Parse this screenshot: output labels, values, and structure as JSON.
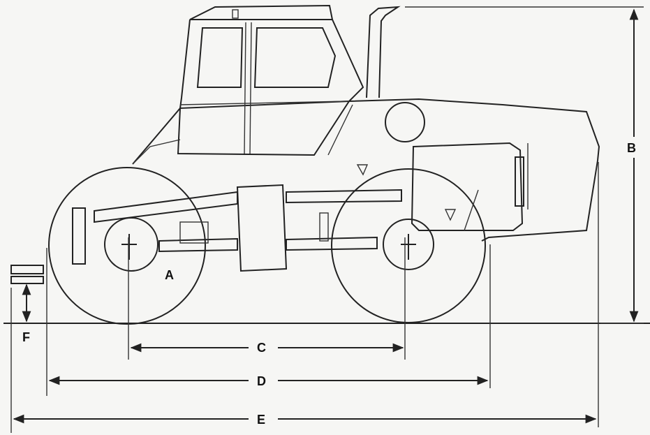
{
  "diagram": {
    "subject": "tractor-side-view-dimensions",
    "labels": {
      "a": "A",
      "b": "B",
      "c": "C",
      "d": "D",
      "e": "E",
      "f": "F"
    }
  }
}
